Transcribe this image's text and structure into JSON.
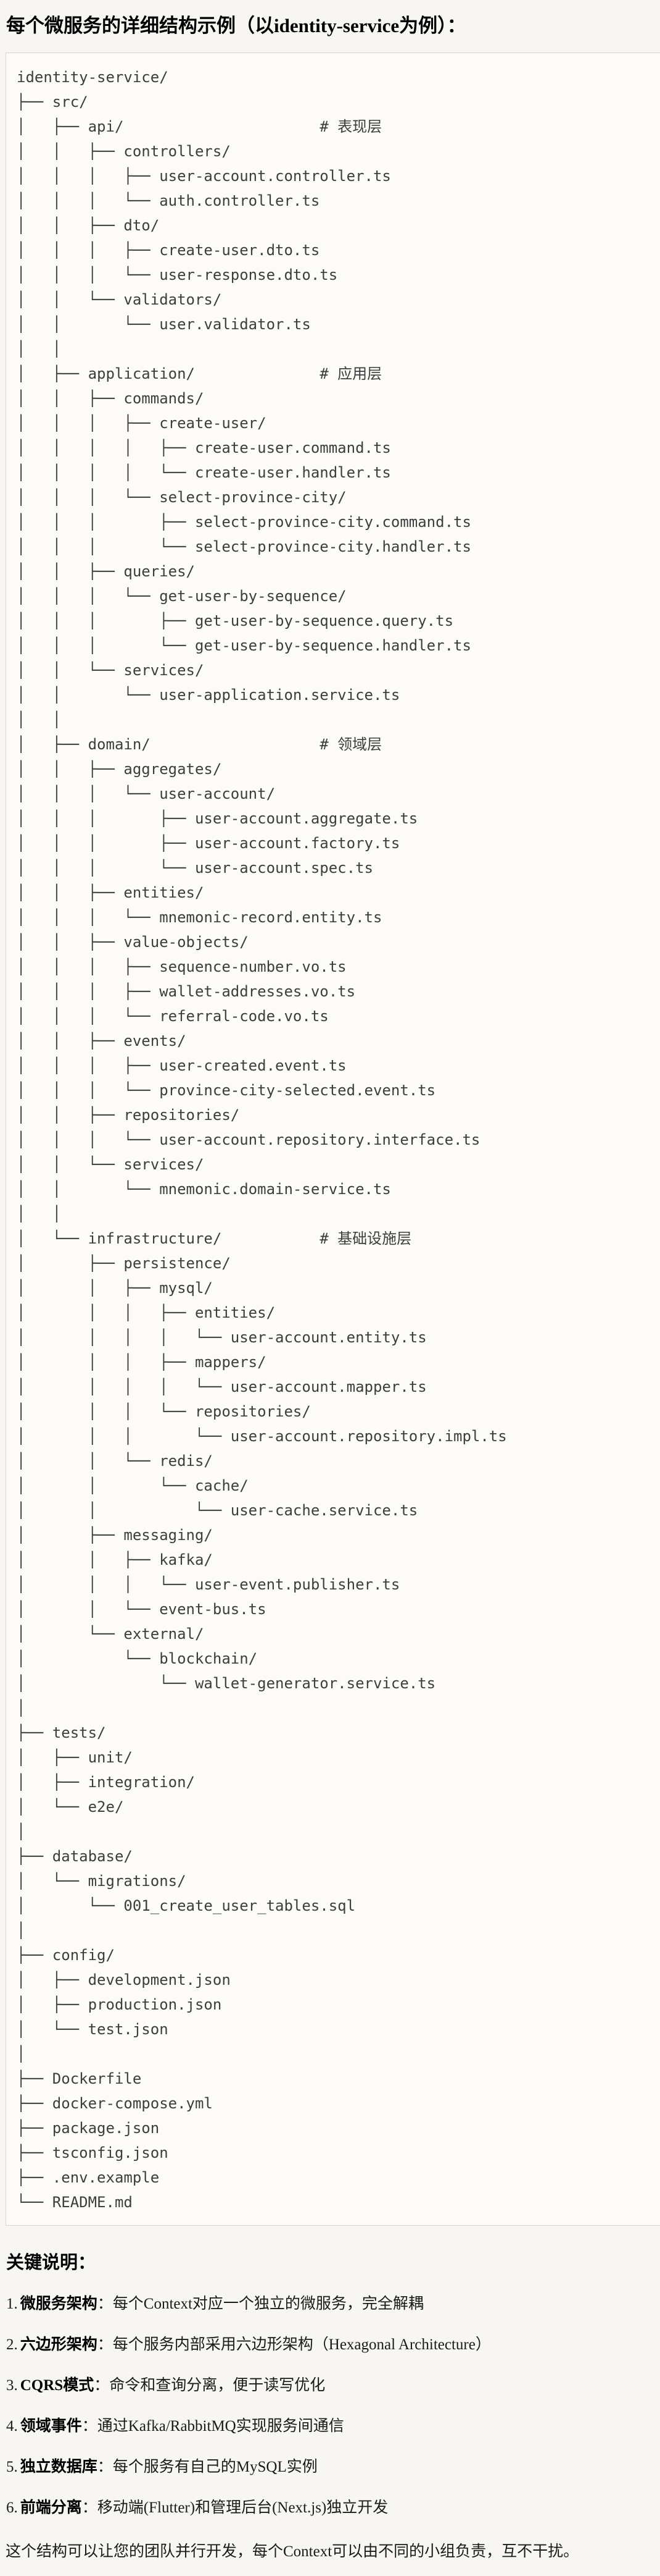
{
  "page": {
    "title": "每个微服务的详细结构示例（以identity-service为例）："
  },
  "tree": {
    "lines": [
      "identity-service/",
      "├── src/",
      "│   ├── api/                      # 表现层",
      "│   │   ├── controllers/",
      "│   │   │   ├── user-account.controller.ts",
      "│   │   │   └── auth.controller.ts",
      "│   │   ├── dto/",
      "│   │   │   ├── create-user.dto.ts",
      "│   │   │   └── user-response.dto.ts",
      "│   │   └── validators/",
      "│   │       └── user.validator.ts",
      "│   │",
      "│   ├── application/              # 应用层",
      "│   │   ├── commands/",
      "│   │   │   ├── create-user/",
      "│   │   │   │   ├── create-user.command.ts",
      "│   │   │   │   └── create-user.handler.ts",
      "│   │   │   └── select-province-city/",
      "│   │   │       ├── select-province-city.command.ts",
      "│   │   │       └── select-province-city.handler.ts",
      "│   │   ├── queries/",
      "│   │   │   └── get-user-by-sequence/",
      "│   │   │       ├── get-user-by-sequence.query.ts",
      "│   │   │       └── get-user-by-sequence.handler.ts",
      "│   │   └── services/",
      "│   │       └── user-application.service.ts",
      "│   │",
      "│   ├── domain/                   # 领域层",
      "│   │   ├── aggregates/",
      "│   │   │   └── user-account/",
      "│   │   │       ├── user-account.aggregate.ts",
      "│   │   │       ├── user-account.factory.ts",
      "│   │   │       └── user-account.spec.ts",
      "│   │   ├── entities/",
      "│   │   │   └── mnemonic-record.entity.ts",
      "│   │   ├── value-objects/",
      "│   │   │   ├── sequence-number.vo.ts",
      "│   │   │   ├── wallet-addresses.vo.ts",
      "│   │   │   └── referral-code.vo.ts",
      "│   │   ├── events/",
      "│   │   │   ├── user-created.event.ts",
      "│   │   │   └── province-city-selected.event.ts",
      "│   │   ├── repositories/",
      "│   │   │   └── user-account.repository.interface.ts",
      "│   │   └── services/",
      "│   │       └── mnemonic.domain-service.ts",
      "│   │",
      "│   └── infrastructure/           # 基础设施层",
      "│       ├── persistence/",
      "│       │   ├── mysql/",
      "│       │   │   ├── entities/",
      "│       │   │   │   └── user-account.entity.ts",
      "│       │   │   ├── mappers/",
      "│       │   │   │   └── user-account.mapper.ts",
      "│       │   │   └── repositories/",
      "│       │   │       └── user-account.repository.impl.ts",
      "│       │   └── redis/",
      "│       │       └── cache/",
      "│       │           └── user-cache.service.ts",
      "│       ├── messaging/",
      "│       │   ├── kafka/",
      "│       │   │   └── user-event.publisher.ts",
      "│       │   └── event-bus.ts",
      "│       └── external/",
      "│           └── blockchain/",
      "│               └── wallet-generator.service.ts",
      "│",
      "├── tests/",
      "│   ├── unit/",
      "│   ├── integration/",
      "│   └── e2e/",
      "│",
      "├── database/",
      "│   └── migrations/",
      "│       └── 001_create_user_tables.sql",
      "│",
      "├── config/",
      "│   ├── development.json",
      "│   ├── production.json",
      "│   └── test.json",
      "│",
      "├── Dockerfile",
      "├── docker-compose.yml",
      "├── package.json",
      "├── tsconfig.json",
      "├── .env.example",
      "└── README.md"
    ]
  },
  "notes": {
    "heading": "关键说明：",
    "items": [
      {
        "num": "1.",
        "term": "微服务架构",
        "desc": "：每个Context对应一个独立的微服务，完全解耦"
      },
      {
        "num": "2.",
        "term": "六边形架构",
        "desc": "：每个服务内部采用六边形架构（Hexagonal Architecture）"
      },
      {
        "num": "3.",
        "term": "CQRS模式",
        "desc": "：命令和查询分离，便于读写优化"
      },
      {
        "num": "4.",
        "term": "领域事件",
        "desc": "：通过Kafka/RabbitMQ实现服务间通信"
      },
      {
        "num": "5.",
        "term": "独立数据库",
        "desc": "：每个服务有自己的MySQL实例"
      },
      {
        "num": "6.",
        "term": "前端分离",
        "desc": "：移动端(Flutter)和管理后台(Next.js)独立开发"
      }
    ],
    "footer": "这个结构可以让您的团队并行开发，每个Context可以由不同的小组负责，互不干扰。"
  },
  "colors": {
    "page_background": "#f8f6f2",
    "code_box_background": "#fcfbf8",
    "code_box_border": "#d9d6d0",
    "tree_text": "#3d3d3d",
    "body_text": "#1a1a1a"
  }
}
